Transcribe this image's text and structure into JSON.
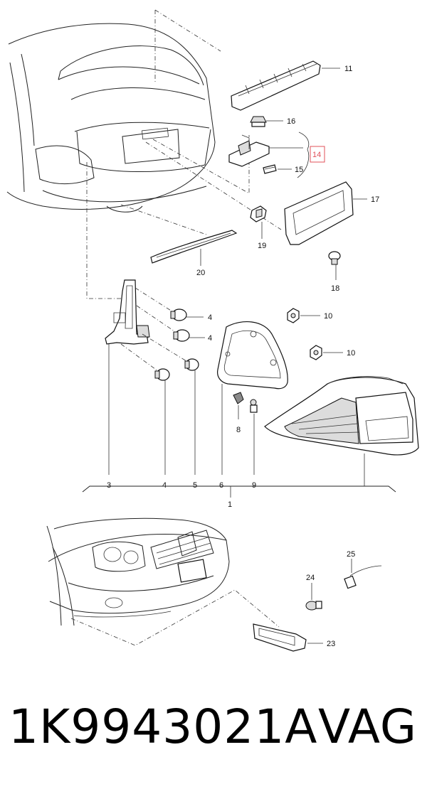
{
  "callouts": {
    "c1": "1",
    "c3": "3",
    "c4a": "4",
    "c4b": "4",
    "c4c": "4",
    "c5": "5",
    "c6": "6",
    "c8": "8",
    "c9": "9",
    "c10a": "10",
    "c10b": "10",
    "c11": "11",
    "c14": "14",
    "c15": "15",
    "c16": "16",
    "c17": "17",
    "c18": "18",
    "c19": "19",
    "c20": "20",
    "c23": "23",
    "c24": "24",
    "c25": "25"
  },
  "highlight_color": "#e0505a",
  "caption": {
    "part_number": "1K9943021A",
    "brand": "VAG"
  }
}
